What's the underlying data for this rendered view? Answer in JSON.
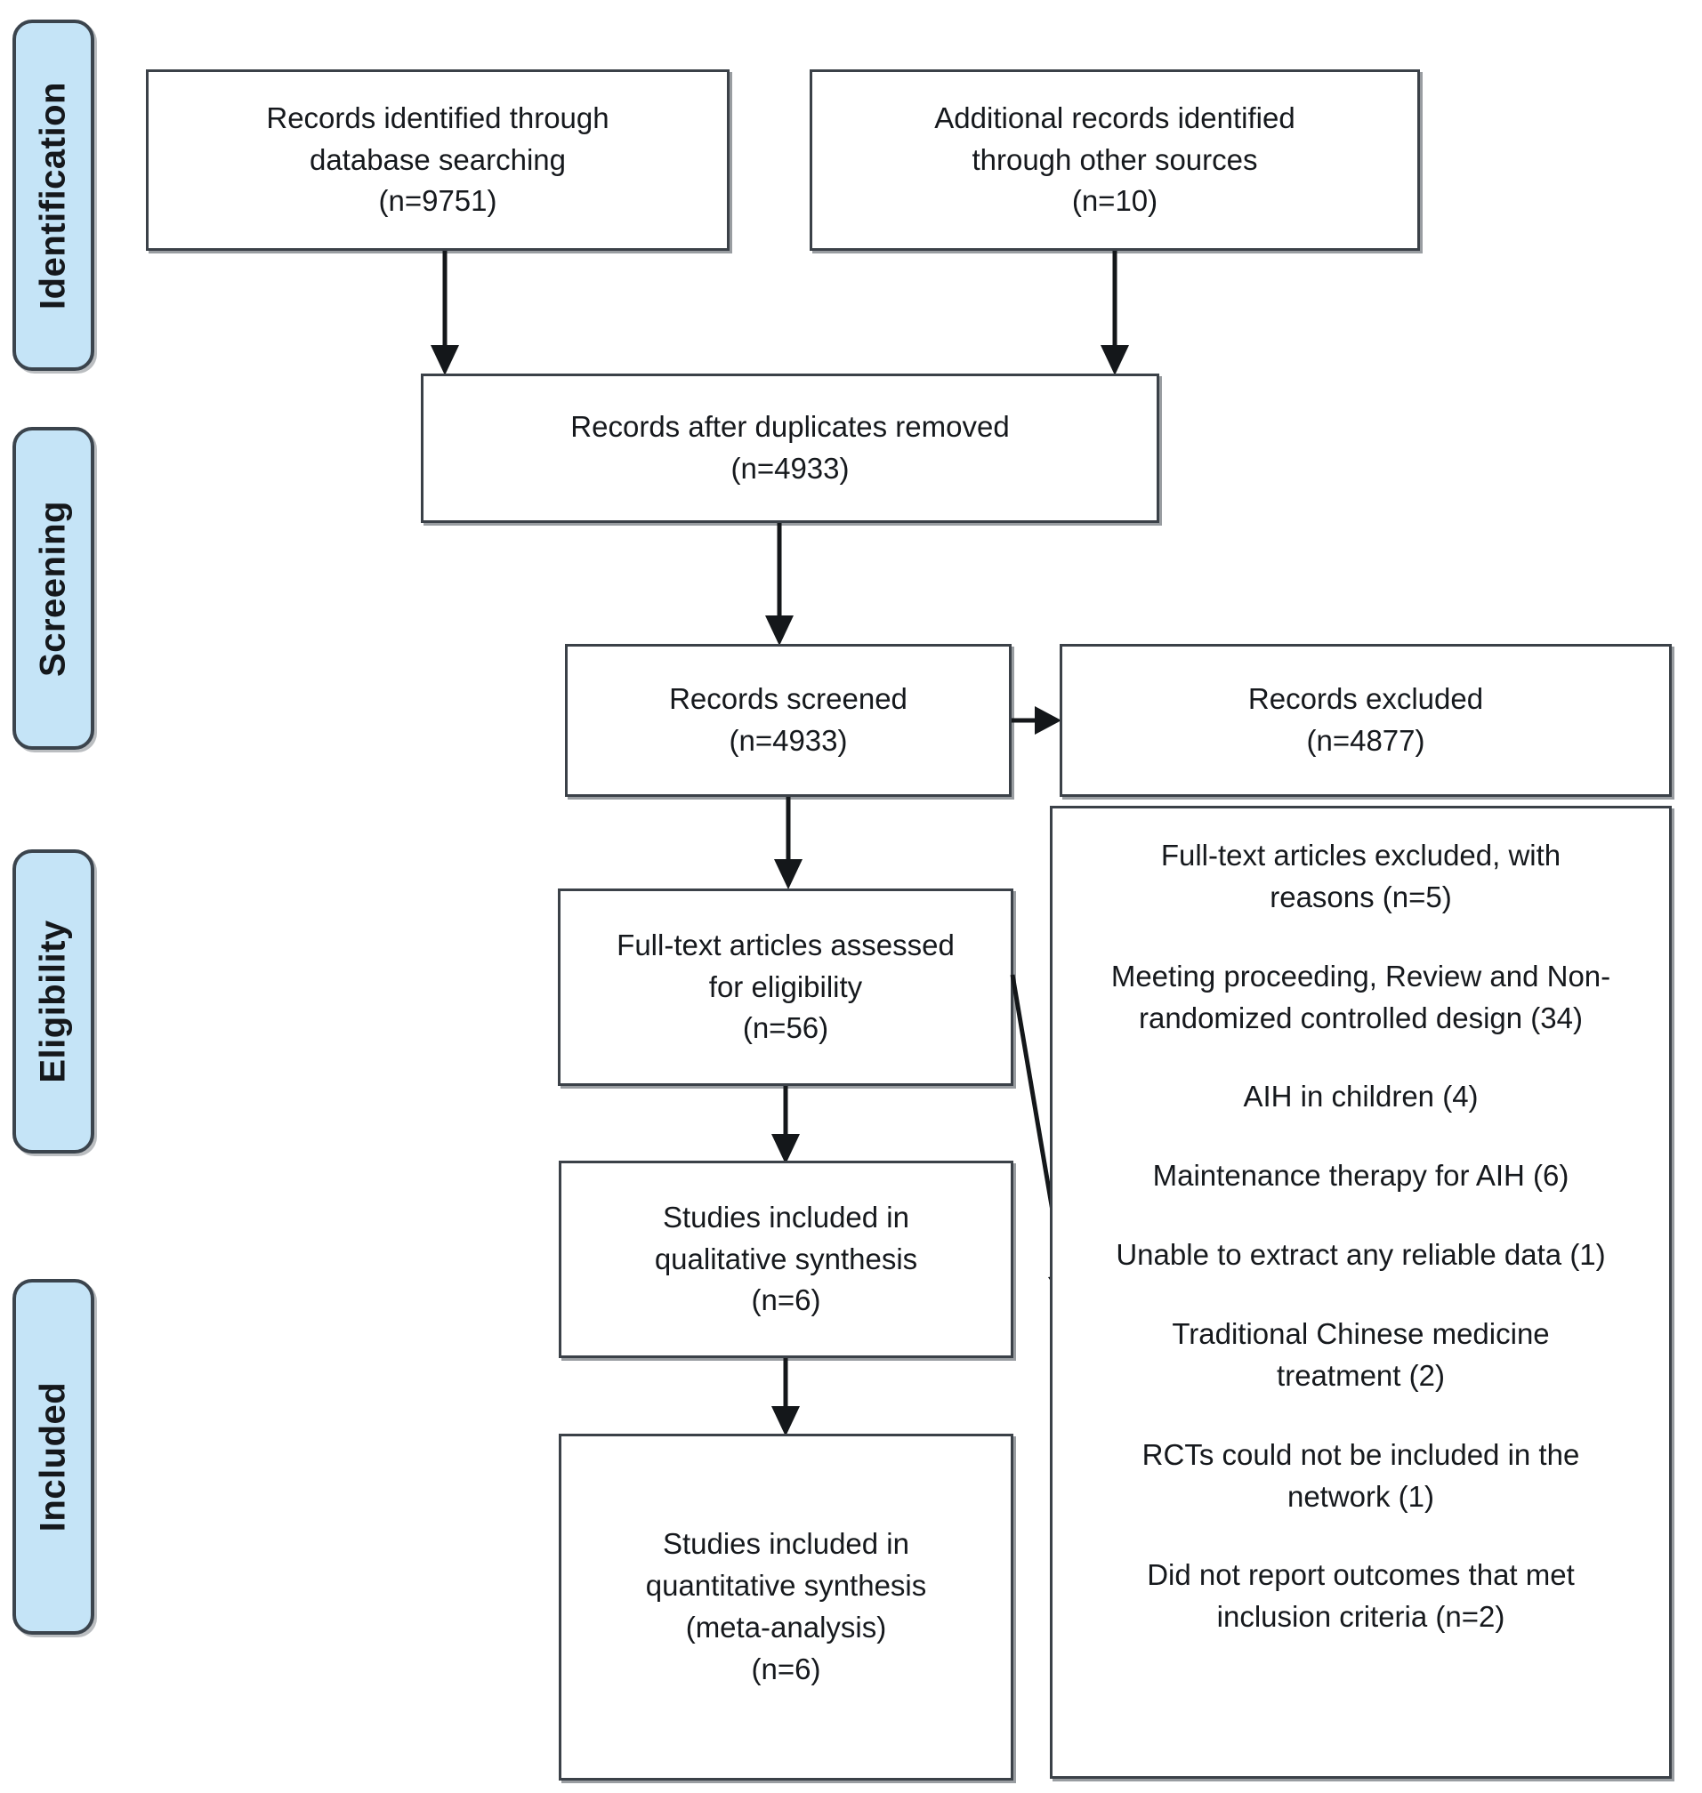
{
  "diagram": {
    "type": "prisma-flow-diagram",
    "stages": [
      {
        "id": "identification",
        "label": "Identification"
      },
      {
        "id": "screening",
        "label": "Screening"
      },
      {
        "id": "eligibility",
        "label": "Eligibility"
      },
      {
        "id": "included",
        "label": "Included"
      }
    ],
    "boxes": {
      "db_search": {
        "title": "Records identified through\ndatabase searching",
        "count": "(n=9751)"
      },
      "other_src": {
        "title": "Additional records identified\nthrough other sources",
        "count": "(n=10)"
      },
      "dedup": {
        "title": "Records after duplicates removed",
        "count": "(n=4933)"
      },
      "screened": {
        "title": "Records screened",
        "count": "(n=4933)"
      },
      "rec_excl": {
        "title": "Records excluded",
        "count": "(n=4877)"
      },
      "fulltext": {
        "title": "Full-text articles assessed\nfor eligibility",
        "count": "(n=56)"
      },
      "qualitative": {
        "title": "Studies included in\nqualitative synthesis",
        "count": "(n=6)"
      },
      "quantitative": {
        "title": "Studies included in\nquantitative  synthesis\n(meta-analysis)",
        "count": "(n=6)"
      }
    },
    "exclusion_reasons": {
      "heading": "Full-text articles excluded, with\nreasons (n=5)",
      "items": [
        "Meeting proceeding, Review and Non-\nrandomized controlled design (34)",
        "AIH in children (4)",
        "Maintenance therapy for AIH (6)",
        "Unable to extract any reliable data (1)",
        "Traditional Chinese medicine\ntreatment (2)",
        "RCTs could not be included in the\nnetwork (1)",
        "Did not report outcomes that met\ninclusion criteria (n=2)"
      ]
    },
    "colors": {
      "stage_fill": "#c5e4f7",
      "stage_border": "#3b444d",
      "box_border": "#3b4148",
      "text": "#16191d",
      "background": "#ffffff"
    }
  }
}
